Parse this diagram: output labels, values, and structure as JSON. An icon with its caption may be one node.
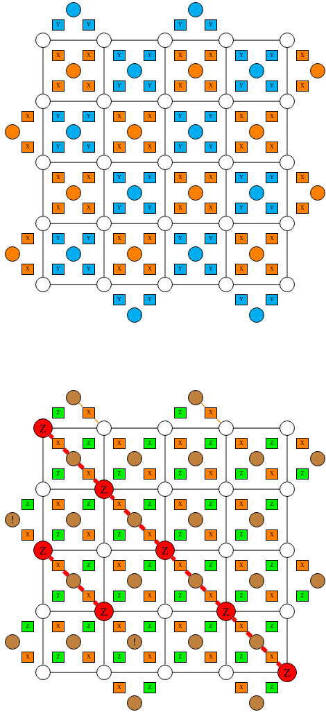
{
  "diagram": {
    "nodes": [
      {
        "text": [],
        "shape": "circle"
      },
      {
        "text": [],
        "shape": "circle"
      },
      {
        "text": [
          "Y"
        ]
      },
      {
        "text": [
          "Y"
        ]
      },
      {
        "text": [
          "Y"
        ]
      },
      {
        "text": [
          "Y"
        ]
      },
      {
        "text": [],
        "shape": "circle"
      },
      {
        "text": [],
        "shape": "circle"
      },
      {
        "text": [],
        "shape": "circle"
      },
      {
        "text": [],
        "shape": "circle"
      },
      {
        "text": [],
        "shape": "circle"
      },
      {
        "text": [
          "X"
        ]
      },
      {
        "text": [
          "X"
        ]
      },
      {
        "text": [
          "Y"
        ]
      },
      {
        "text": [
          "Y"
        ]
      },
      {
        "text": [
          "X"
        ]
      },
      {
        "text": [
          "X"
        ]
      },
      {
        "text": [
          "Y"
        ]
      },
      {
        "text": [
          "Y"
        ]
      },
      {
        "text": [
          "X"
        ]
      },
      {
        "text": [],
        "shape": "circle"
      },
      {
        "text": [],
        "shape": "circle"
      },
      {
        "text": [],
        "shape": "circle"
      },
      {
        "text": [],
        "shape": "circle"
      },
      {
        "text": [],
        "shape": "circle"
      },
      {
        "text": [
          "X"
        ]
      },
      {
        "text": [
          "X"
        ]
      },
      {
        "text": [
          "Y"
        ]
      },
      {
        "text": [
          "Y"
        ]
      },
      {
        "text": [
          "X"
        ]
      },
      {
        "text": [
          "X"
        ]
      },
      {
        "text": [
          "Y"
        ]
      },
      {
        "text": [
          "Y"
        ]
      },
      {
        "text": [
          "X"
        ]
      },
      {
        "text": [],
        "shape": "circle"
      },
      {
        "text": [],
        "shape": "circle"
      },
      {
        "text": [],
        "shape": "circle"
      },
      {
        "text": [],
        "shape": "circle"
      },
      {
        "text": [],
        "shape": "circle"
      },
      {
        "text": [
          "X"
        ]
      },
      {
        "text": [
          "Y"
        ]
      },
      {
        "text": [
          "Y"
        ]
      },
      {
        "text": [
          "X"
        ]
      },
      {
        "text": [
          "X"
        ]
      },
      {
        "text": [
          "Y"
        ]
      },
      {
        "text": [
          "Y"
        ]
      },
      {
        "text": [
          "X"
        ]
      },
      {
        "text": [
          "X"
        ]
      },
      {
        "text": [],
        "shape": "circle"
      },
      {
        "text": [],
        "shape": "circle"
      },
      {
        "text": [],
        "shape": "circle"
      },
      {
        "text": [],
        "shape": "circle"
      },
      {
        "text": [],
        "shape": "circle"
      },
      {
        "text": [
          "X"
        ]
      },
      {
        "text": [
          "Y"
        ]
      },
      {
        "text": [
          "Y"
        ]
      },
      {
        "text": [
          "X"
        ]
      },
      {
        "text": [
          "X"
        ]
      },
      {
        "text": [
          "Y"
        ]
      },
      {
        "text": [
          "Y"
        ]
      },
      {
        "text": [
          "X"
        ]
      },
      {
        "text": [
          "X"
        ]
      },
      {
        "text": [],
        "shape": "circle"
      },
      {
        "text": [],
        "shape": "circle"
      },
      {
        "text": [],
        "shape": "circle"
      },
      {
        "text": [],
        "shape": "circle"
      },
      {
        "text": [],
        "shape": "circle"
      },
      {
        "text": [
          "X"
        ]
      },
      {
        "text": [
          "X"
        ]
      },
      {
        "text": [
          "Y"
        ]
      },
      {
        "text": [
          "Y"
        ]
      },
      {
        "text": [
          "X"
        ]
      },
      {
        "text": [
          "X"
        ]
      },
      {
        "text": [
          "Y"
        ]
      },
      {
        "text": [
          "Y"
        ]
      },
      {
        "text": [
          "X"
        ]
      },
      {
        "text": [],
        "shape": "circle"
      },
      {
        "text": [],
        "shape": "circle"
      },
      {
        "text": [],
        "shape": "circle"
      },
      {
        "text": [],
        "shape": "circle"
      },
      {
        "text": [],
        "shape": "circle"
      },
      {
        "text": [
          "X"
        ]
      },
      {
        "text": [
          "X"
        ]
      },
      {
        "text": [
          "Y"
        ]
      },
      {
        "text": [
          "Y"
        ]
      },
      {
        "text": [
          "X"
        ]
      },
      {
        "text": [
          "X"
        ]
      },
      {
        "text": [
          "Y"
        ]
      },
      {
        "text": [
          "Y"
        ]
      },
      {
        "text": [
          "X"
        ]
      },
      {
        "text": [],
        "shape": "circle"
      },
      {
        "text": [],
        "shape": "circle"
      },
      {
        "text": [],
        "shape": "circle"
      },
      {
        "text": [],
        "shape": "circle"
      },
      {
        "text": [],
        "shape": "circle"
      },
      {
        "text": [
          "X"
        ]
      },
      {
        "text": [
          "Y"
        ]
      },
      {
        "text": [
          "Y"
        ]
      },
      {
        "text": [
          "X"
        ]
      },
      {
        "text": [
          "X"
        ]
      },
      {
        "text": [
          "Y"
        ]
      },
      {
        "text": [
          "Y"
        ]
      },
      {
        "text": [
          "X"
        ]
      },
      {
        "text": [
          "X"
        ]
      },
      {
        "text": [],
        "shape": "circle"
      },
      {
        "text": [],
        "shape": "circle"
      },
      {
        "text": [],
        "shape": "circle"
      },
      {
        "text": [],
        "shape": "circle"
      },
      {
        "text": [],
        "shape": "circle"
      },
      {
        "text": [
          "X"
        ]
      },
      {
        "text": [
          "Y"
        ]
      },
      {
        "text": [
          "Y"
        ]
      },
      {
        "text": [
          "X"
        ]
      },
      {
        "text": [
          "X"
        ]
      },
      {
        "text": [
          "Y"
        ]
      },
      {
        "text": [
          "Y"
        ]
      },
      {
        "text": [
          "X"
        ]
      },
      {
        "text": [
          "X"
        ]
      },
      {
        "text": [],
        "shape": "circle"
      },
      {
        "text": [],
        "shape": "circle"
      },
      {
        "text": [],
        "shape": "circle"
      },
      {
        "text": [],
        "shape": "circle"
      },
      {
        "text": [],
        "shape": "circle"
      },
      {
        "text": [
          "Y"
        ]
      },
      {
        "text": [
          "Y"
        ]
      },
      {
        "text": [
          "Y"
        ]
      },
      {
        "text": [
          "Y"
        ]
      },
      {
        "text": [],
        "shape": "circle"
      },
      {
        "text": [],
        "shape": "circle"
      },
      {
        "text": [],
        "shape": "circle"
      },
      {
        "text": [],
        "shape": "circle"
      },
      {
        "text": [
          "Z"
        ]
      },
      {
        "text": [
          "X"
        ]
      },
      {
        "text": [
          "Z"
        ]
      },
      {
        "text": [
          "X"
        ]
      },
      {
        "text": [
          "Z"
        ]
      },
      {
        "text": [],
        "shape": "circle"
      },
      {
        "text": [],
        "shape": "circle"
      },
      {
        "text": [],
        "shape": "circle"
      },
      {
        "text": [],
        "shape": "circle"
      },
      {
        "text": [
          "X"
        ]
      },
      {
        "text": [
          "Z"
        ]
      },
      {
        "text": [
          "X"
        ]
      },
      {
        "text": [
          "Z"
        ]
      },
      {
        "text": [
          "X"
        ]
      },
      {
        "text": [
          "Z"
        ]
      },
      {
        "text": [
          "X"
        ]
      },
      {
        "text": [
          "Z"
        ]
      },
      {
        "text": [
          "X"
        ]
      },
      {
        "text": [],
        "shape": "circle"
      },
      {
        "text": [],
        "shape": "circle"
      },
      {
        "text": [],
        "shape": "circle"
      },
      {
        "text": [],
        "shape": "circle"
      },
      {
        "text": [],
        "shape": "circle"
      },
      {
        "text": [
          "Z"
        ]
      },
      {
        "text": [
          "X"
        ]
      },
      {
        "text": [
          "Z"
        ]
      },
      {
        "text": [
          "X"
        ]
      },
      {
        "text": [
          "Z"
        ]
      },
      {
        "text": [
          "X"
        ]
      },
      {
        "text": [
          "Z"
        ]
      },
      {
        "text": [
          "X"
        ]
      },
      {
        "text": [
          "Z"
        ]
      },
      {
        "text": [],
        "shape": "circle"
      },
      {
        "text": [
          "Z"
        ]
      },
      {
        "text": [],
        "shape": "circle"
      },
      {
        "text": [],
        "shape": "circle"
      },
      {
        "text": [],
        "shape": "circle"
      },
      {
        "text": [
          "Z"
        ]
      },
      {
        "text": [
          "X"
        ]
      },
      {
        "text": [
          "Z"
        ]
      },
      {
        "text": [
          "X"
        ]
      },
      {
        "text": [
          "Z"
        ]
      },
      {
        "text": [
          "X"
        ]
      },
      {
        "text": [
          "Z"
        ]
      },
      {
        "text": [
          "X"
        ]
      },
      {
        "text": [
          "Z"
        ]
      },
      {
        "text": [
          "!"
        ]
      },
      {
        "text": [],
        "shape": "circle"
      },
      {
        "text": [],
        "shape": "circle"
      },
      {
        "text": [],
        "shape": "circle"
      },
      {
        "text": [],
        "shape": "circle"
      },
      {
        "text": [
          "X"
        ]
      },
      {
        "text": [
          "Z"
        ]
      },
      {
        "text": [
          "X"
        ]
      },
      {
        "text": [
          "Z"
        ]
      },
      {
        "text": [
          "X"
        ]
      },
      {
        "text": [
          "Z"
        ]
      },
      {
        "text": [
          "X"
        ]
      },
      {
        "text": [
          "Z"
        ]
      },
      {
        "text": [
          "X"
        ]
      },
      {
        "text": [
          "Z"
        ]
      },
      {
        "text": [],
        "shape": "circle"
      },
      {
        "text": [
          "Z"
        ]
      },
      {
        "text": [],
        "shape": "circle"
      },
      {
        "text": [],
        "shape": "circle"
      },
      {
        "text": [
          "X"
        ]
      },
      {
        "text": [
          "Z"
        ]
      },
      {
        "text": [
          "X"
        ]
      },
      {
        "text": [
          "Z"
        ]
      },
      {
        "text": [
          "X"
        ]
      },
      {
        "text": [
          "Z"
        ]
      },
      {
        "text": [
          "X"
        ]
      },
      {
        "text": [
          "Z"
        ]
      },
      {
        "text": [
          "X"
        ]
      },
      {
        "text": [],
        "shape": "circle"
      },
      {
        "text": [],
        "shape": "circle"
      },
      {
        "text": [],
        "shape": "circle"
      },
      {
        "text": [],
        "shape": "circle"
      },
      {
        "text": [],
        "shape": "circle"
      },
      {
        "text": [
          "Z"
        ]
      },
      {
        "text": [
          "X"
        ]
      },
      {
        "text": [
          "Z"
        ]
      },
      {
        "text": [
          "X"
        ]
      },
      {
        "text": [
          "Z"
        ]
      },
      {
        "text": [
          "X"
        ]
      },
      {
        "text": [
          "Z"
        ]
      },
      {
        "text": [
          "X"
        ]
      },
      {
        "text": [
          "Z"
        ]
      },
      {
        "text": [],
        "shape": "circle"
      },
      {
        "text": [
          "Z"
        ]
      },
      {
        "text": [],
        "shape": "circle"
      },
      {
        "text": [
          "Z"
        ]
      },
      {
        "text": [],
        "shape": "circle"
      },
      {
        "text": [
          "Z"
        ]
      },
      {
        "text": [
          "X"
        ]
      },
      {
        "text": [
          "Z"
        ]
      },
      {
        "text": [
          "X"
        ]
      },
      {
        "text": [
          "Z"
        ]
      },
      {
        "text": [
          "X"
        ]
      },
      {
        "text": [
          "Z"
        ]
      },
      {
        "text": [
          "X"
        ]
      },
      {
        "text": [
          "Z"
        ]
      },
      {
        "text": [],
        "shape": "circle"
      },
      {
        "text": [],
        "shape": "circle"
      },
      {
        "text": [
          "!"
        ]
      },
      {
        "text": [],
        "shape": "circle"
      },
      {
        "text": [],
        "shape": "circle"
      },
      {
        "text": [
          "X"
        ]
      },
      {
        "text": [
          "Z"
        ]
      },
      {
        "text": [
          "X"
        ]
      },
      {
        "text": [
          "Z"
        ]
      },
      {
        "text": [
          "X"
        ]
      },
      {
        "text": [
          "Z"
        ]
      },
      {
        "text": [
          "X"
        ]
      },
      {
        "text": [
          "Z"
        ]
      },
      {
        "text": [
          "X"
        ]
      },
      {
        "text": [],
        "shape": "circle"
      },
      {
        "text": [],
        "shape": "circle"
      },
      {
        "text": [],
        "shape": "circle"
      },
      {
        "text": [],
        "shape": "circle"
      },
      {
        "text": [
          "Z"
        ]
      },
      {
        "text": [
          "X"
        ]
      },
      {
        "text": [
          "Z"
        ]
      },
      {
        "text": [
          "X"
        ]
      },
      {
        "text": [
          "Z"
        ]
      },
      {
        "text": [],
        "shape": "circle"
      },
      {
        "text": [],
        "shape": "circle"
      }
    ],
    "edges": [
      {
        "from": 6,
        "to": 7,
        "arrow": "none"
      },
      {
        "from": 7,
        "to": 8,
        "arrow": "none"
      },
      {
        "from": 8,
        "to": 9,
        "arrow": "none"
      },
      {
        "from": 9,
        "to": 10,
        "arrow": "none"
      },
      {
        "from": 34,
        "to": 35,
        "arrow": "none"
      },
      {
        "from": 35,
        "to": 36,
        "arrow": "none"
      },
      {
        "from": 36,
        "to": 37,
        "arrow": "none"
      },
      {
        "from": 37,
        "to": 38,
        "arrow": "none"
      },
      {
        "from": 62,
        "to": 63,
        "arrow": "none"
      },
      {
        "from": 63,
        "to": 64,
        "arrow": "none"
      },
      {
        "from": 64,
        "to": 65,
        "arrow": "none"
      },
      {
        "from": 65,
        "to": 66,
        "arrow": "none"
      },
      {
        "from": 90,
        "to": 91,
        "arrow": "none"
      },
      {
        "from": 91,
        "to": 92,
        "arrow": "none"
      },
      {
        "from": 92,
        "to": 93,
        "arrow": "none"
      },
      {
        "from": 93,
        "to": 94,
        "arrow": "none"
      },
      {
        "from": 118,
        "to": 119,
        "arrow": "none"
      },
      {
        "from": 119,
        "to": 120,
        "arrow": "none"
      },
      {
        "from": 120,
        "to": 121,
        "arrow": "none"
      },
      {
        "from": 121,
        "to": 122,
        "arrow": "none"
      },
      {
        "from": 6,
        "to": 34,
        "arrow": "none"
      },
      {
        "from": 7,
        "to": 35,
        "arrow": "none"
      },
      {
        "from": 8,
        "to": 36,
        "arrow": "none"
      },
      {
        "from": 9,
        "to": 37,
        "arrow": "none"
      },
      {
        "from": 10,
        "to": 38,
        "arrow": "none"
      },
      {
        "from": 34,
        "to": 62,
        "arrow": "none"
      },
      {
        "from": 35,
        "to": 63,
        "arrow": "none"
      },
      {
        "from": 36,
        "to": 64,
        "arrow": "none"
      },
      {
        "from": 37,
        "to": 65,
        "arrow": "none"
      },
      {
        "from": 38,
        "to": 66,
        "arrow": "none"
      },
      {
        "from": 62,
        "to": 90,
        "arrow": "none"
      },
      {
        "from": 63,
        "to": 91,
        "arrow": "none"
      },
      {
        "from": 64,
        "to": 92,
        "arrow": "none"
      },
      {
        "from": 65,
        "to": 93,
        "arrow": "none"
      },
      {
        "from": 66,
        "to": 94,
        "arrow": "none"
      },
      {
        "from": 90,
        "to": 118,
        "arrow": "none"
      },
      {
        "from": 91,
        "to": 119,
        "arrow": "none"
      },
      {
        "from": 92,
        "to": 120,
        "arrow": "none"
      },
      {
        "from": 93,
        "to": 121,
        "arrow": "none"
      },
      {
        "from": 94,
        "to": 122,
        "arrow": "none"
      },
      {
        "from": 135,
        "to": 136,
        "arrow": "none"
      },
      {
        "from": 136,
        "to": 137,
        "arrow": "none"
      },
      {
        "from": 137,
        "to": 138,
        "arrow": "none"
      },
      {
        "from": 138,
        "to": 139,
        "arrow": "none"
      },
      {
        "from": 163,
        "to": 164,
        "arrow": "none"
      },
      {
        "from": 164,
        "to": 165,
        "arrow": "none"
      },
      {
        "from": 165,
        "to": 166,
        "arrow": "none"
      },
      {
        "from": 166,
        "to": 167,
        "arrow": "none"
      },
      {
        "from": 191,
        "to": 192,
        "arrow": "none"
      },
      {
        "from": 192,
        "to": 193,
        "arrow": "none"
      },
      {
        "from": 193,
        "to": 194,
        "arrow": "none"
      },
      {
        "from": 194,
        "to": 195,
        "arrow": "none"
      },
      {
        "from": 219,
        "to": 220,
        "arrow": "none"
      },
      {
        "from": 220,
        "to": 221,
        "arrow": "none"
      },
      {
        "from": 221,
        "to": 222,
        "arrow": "none"
      },
      {
        "from": 222,
        "to": 223,
        "arrow": "none"
      },
      {
        "from": 247,
        "to": 248,
        "arrow": "none"
      },
      {
        "from": 248,
        "to": 249,
        "arrow": "none"
      },
      {
        "from": 249,
        "to": 250,
        "arrow": "none"
      },
      {
        "from": 250,
        "to": 251,
        "arrow": "none"
      },
      {
        "from": 135,
        "to": 163,
        "arrow": "none"
      },
      {
        "from": 136,
        "to": 164,
        "arrow": "none"
      },
      {
        "from": 137,
        "to": 165,
        "arrow": "none"
      },
      {
        "from": 138,
        "to": 166,
        "arrow": "none"
      },
      {
        "from": 139,
        "to": 167,
        "arrow": "none"
      },
      {
        "from": 163,
        "to": 191,
        "arrow": "none"
      },
      {
        "from": 164,
        "to": 192,
        "arrow": "none"
      },
      {
        "from": 165,
        "to": 193,
        "arrow": "none"
      },
      {
        "from": 166,
        "to": 194,
        "arrow": "none"
      },
      {
        "from": 167,
        "to": 195,
        "arrow": "none"
      },
      {
        "from": 191,
        "to": 219,
        "arrow": "none"
      },
      {
        "from": 192,
        "to": 220,
        "arrow": "none"
      },
      {
        "from": 193,
        "to": 221,
        "arrow": "none"
      },
      {
        "from": 194,
        "to": 222,
        "arrow": "none"
      },
      {
        "from": 195,
        "to": 223,
        "arrow": "none"
      },
      {
        "from": 219,
        "to": 247,
        "arrow": "none"
      },
      {
        "from": 220,
        "to": 248,
        "arrow": "none"
      },
      {
        "from": 221,
        "to": 249,
        "arrow": "none"
      },
      {
        "from": 222,
        "to": 250,
        "arrow": "none"
      },
      {
        "from": 223,
        "to": 251,
        "arrow": "none"
      },
      {
        "from": 135,
        "to": 140,
        "arrow": "none",
        "style": "thick",
        "color": "#ff0000"
      },
      {
        "from": 140,
        "to": 149,
        "arrow": "none",
        "style": "thick",
        "color": "#ff0000"
      },
      {
        "from": 149,
        "to": 155,
        "arrow": "none",
        "style": "thick",
        "color": "#ff0000"
      },
      {
        "from": 155,
        "to": 164,
        "arrow": "none",
        "style": "thick",
        "color": "#ff0000"
      },
      {
        "from": 164,
        "to": 171,
        "arrow": "none",
        "style": "thick",
        "color": "#ff0000"
      },
      {
        "from": 171,
        "to": 179,
        "arrow": "none",
        "style": "thick",
        "color": "#ff0000"
      },
      {
        "from": 179,
        "to": 186,
        "arrow": "none",
        "style": "thick",
        "color": "#ff0000"
      },
      {
        "from": 186,
        "to": 193,
        "arrow": "none",
        "style": "thick",
        "color": "#ff0000"
      },
      {
        "from": 193,
        "to": 200,
        "arrow": "none",
        "style": "thick",
        "color": "#ff0000"
      },
      {
        "from": 200,
        "to": 207,
        "arrow": "none",
        "style": "thick",
        "color": "#ff0000"
      },
      {
        "from": 207,
        "to": 215,
        "arrow": "none",
        "style": "thick",
        "color": "#ff0000"
      },
      {
        "from": 215,
        "to": 222,
        "arrow": "none",
        "style": "thick",
        "color": "#ff0000"
      },
      {
        "from": 222,
        "to": 231,
        "arrow": "none",
        "style": "thick",
        "color": "#ff0000"
      },
      {
        "from": 231,
        "to": 237,
        "arrow": "none",
        "style": "thick",
        "color": "#ff0000"
      },
      {
        "from": 237,
        "to": 246,
        "arrow": "none",
        "style": "thick",
        "color": "#ff0000"
      },
      {
        "from": 246,
        "to": 251,
        "arrow": "none",
        "style": "thick",
        "color": "#ff0000"
      },
      {
        "from": 191,
        "to": 196,
        "arrow": "none",
        "style": "thick",
        "color": "#ff0000"
      },
      {
        "from": 196,
        "to": 205,
        "arrow": "none",
        "style": "thick",
        "color": "#ff0000"
      },
      {
        "from": 205,
        "to": 211,
        "arrow": "none",
        "style": "thick",
        "color": "#ff0000"
      },
      {
        "from": 211,
        "to": 220,
        "arrow": "none",
        "style": "thick",
        "color": "#ff0000"
      },
      {
        "from": 129,
        "to": 132,
        "arrow": "none",
        "color": "#ff8000"
      },
      {
        "from": 132,
        "to": 136,
        "arrow": "none",
        "color": "#ff8000"
      },
      {
        "from": 130,
        "to": 134,
        "arrow": "none",
        "color": "#ff8000"
      },
      {
        "from": 134,
        "to": 138,
        "arrow": "none",
        "color": "#ff8000"
      }
    ]
  }
}
